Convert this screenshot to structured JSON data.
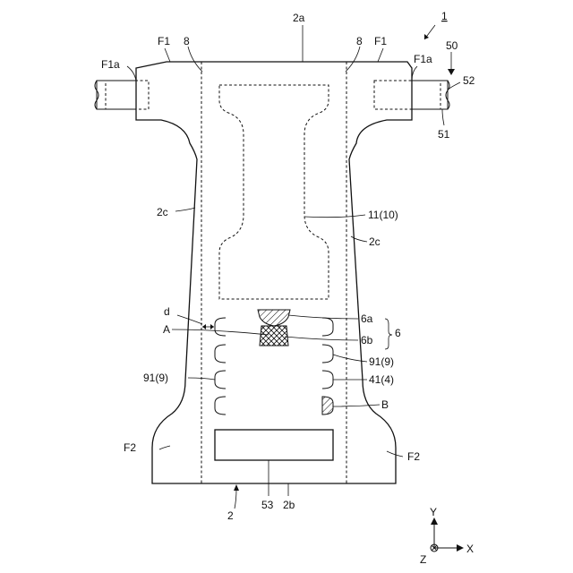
{
  "labels": {
    "ref_1": "1",
    "ref_2a": "2a",
    "ref_2b": "2b",
    "ref_2": "2",
    "ref_2c_left": "2c",
    "ref_2c_right": "2c",
    "ref_8_left": "8",
    "ref_8_right": "8",
    "ref_F1_left": "F1",
    "ref_F1_right": "F1",
    "ref_F1a_left": "F1a",
    "ref_F1a_right": "F1a",
    "ref_50": "50",
    "ref_51": "51",
    "ref_52": "52",
    "ref_11_10": "11(10)",
    "ref_d": "d",
    "ref_A": "A",
    "ref_6a": "6a",
    "ref_6b": "6b",
    "ref_6": "6",
    "ref_91_9_right": "91(9)",
    "ref_91_9_left": "91(9)",
    "ref_41_4": "41(4)",
    "ref_B": "B",
    "ref_F2_left": "F2",
    "ref_F2_right": "F2",
    "ref_53": "53"
  },
  "axes": {
    "y": "Y",
    "x": "X",
    "z": "Z"
  }
}
